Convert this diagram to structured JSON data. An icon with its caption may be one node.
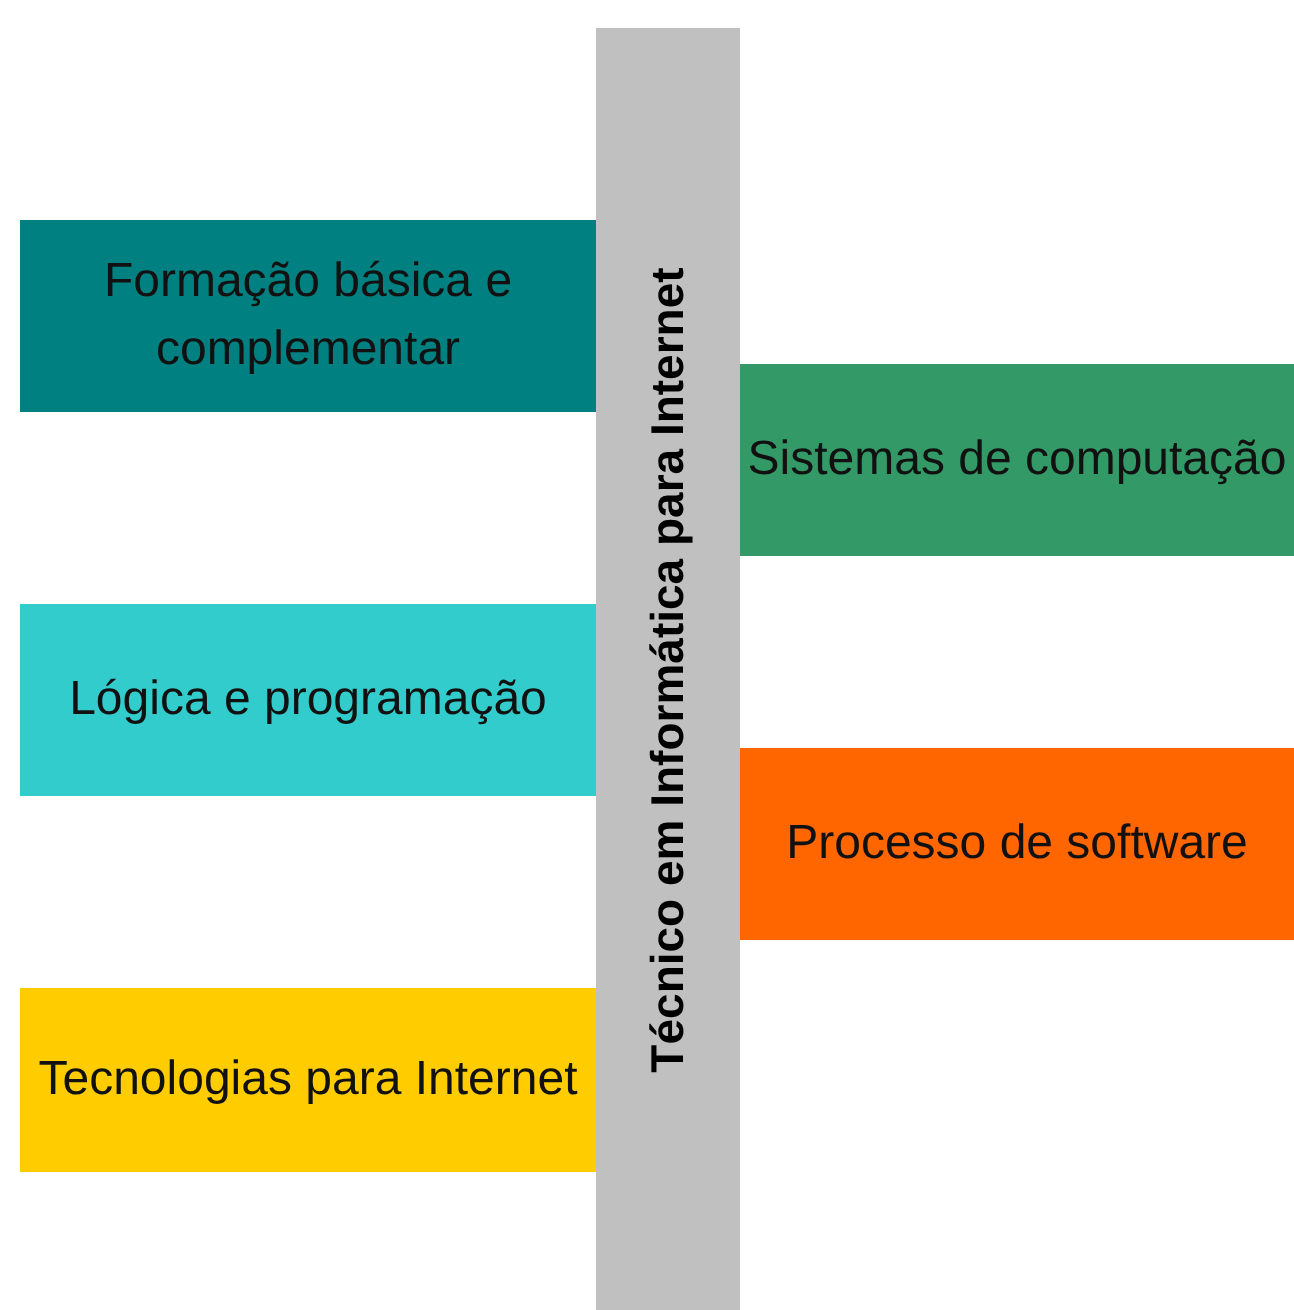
{
  "diagram": {
    "nodes": [
      {
        "text": [
          "Técnico em Informática para Internet"
        ]
      },
      {
        "text": [
          "Formação básica e complementar"
        ]
      },
      {
        "text": [
          "Sistemas de computação"
        ]
      },
      {
        "text": [
          "Lógica e programação"
        ]
      },
      {
        "text": [
          "Processo de software"
        ]
      },
      {
        "text": [
          "Tecnologias para Internet"
        ]
      }
    ]
  }
}
